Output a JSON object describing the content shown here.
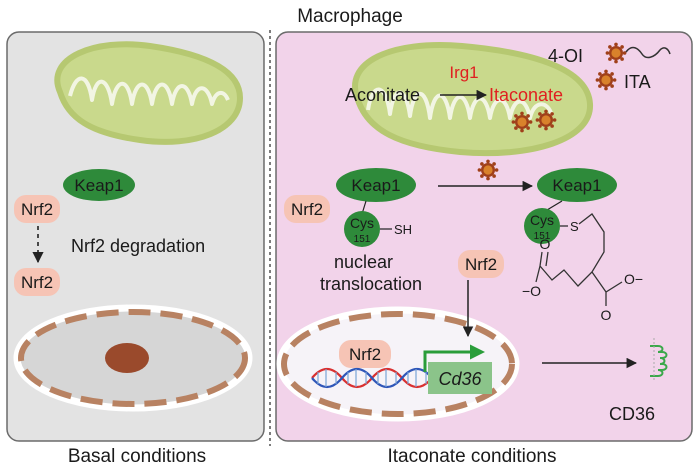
{
  "title": "Macrophage",
  "panels": {
    "basal": {
      "caption": "Basal conditions",
      "keap1": "Keap1",
      "nrf2_top": "Nrf2",
      "degradation": "Nrf2 degradation",
      "nrf2_bottom": "Nrf2"
    },
    "itaconate": {
      "caption": "Itaconate conditions",
      "label_4oi": "4-OI",
      "label_ita": "ITA",
      "irg1": "Irg1",
      "aconitate": "Aconitate",
      "itaconate": "Itaconate",
      "keap1_left": "Keap1",
      "keap1_right": "Keap1",
      "nrf2_left": "Nrf2",
      "cys_left": "Cys",
      "cys_left_num": "151",
      "sh": "SH",
      "cys_right": "Cys",
      "cys_right_num": "151",
      "s": "S",
      "o_minus_left": "−O",
      "o_minus_right": "O−",
      "o_left": "O",
      "o_right": "O",
      "nuclear": "nuclear",
      "translocation": "translocation",
      "nrf2_mid": "Nrf2",
      "nrf2_nucleus": "Nrf2",
      "cd36_gene": "Cd36",
      "cd36_protein": "CD36"
    }
  },
  "colors": {
    "basal_panel": "#e3e3e3",
    "itaconate_panel": "#f2d3ea",
    "keap1": "#2e8a3a",
    "nrf2": "#f6c4b5",
    "mitochondria": "#c9d98c",
    "highlight_red": "#e02020",
    "gene_box": "#8bc48a"
  }
}
